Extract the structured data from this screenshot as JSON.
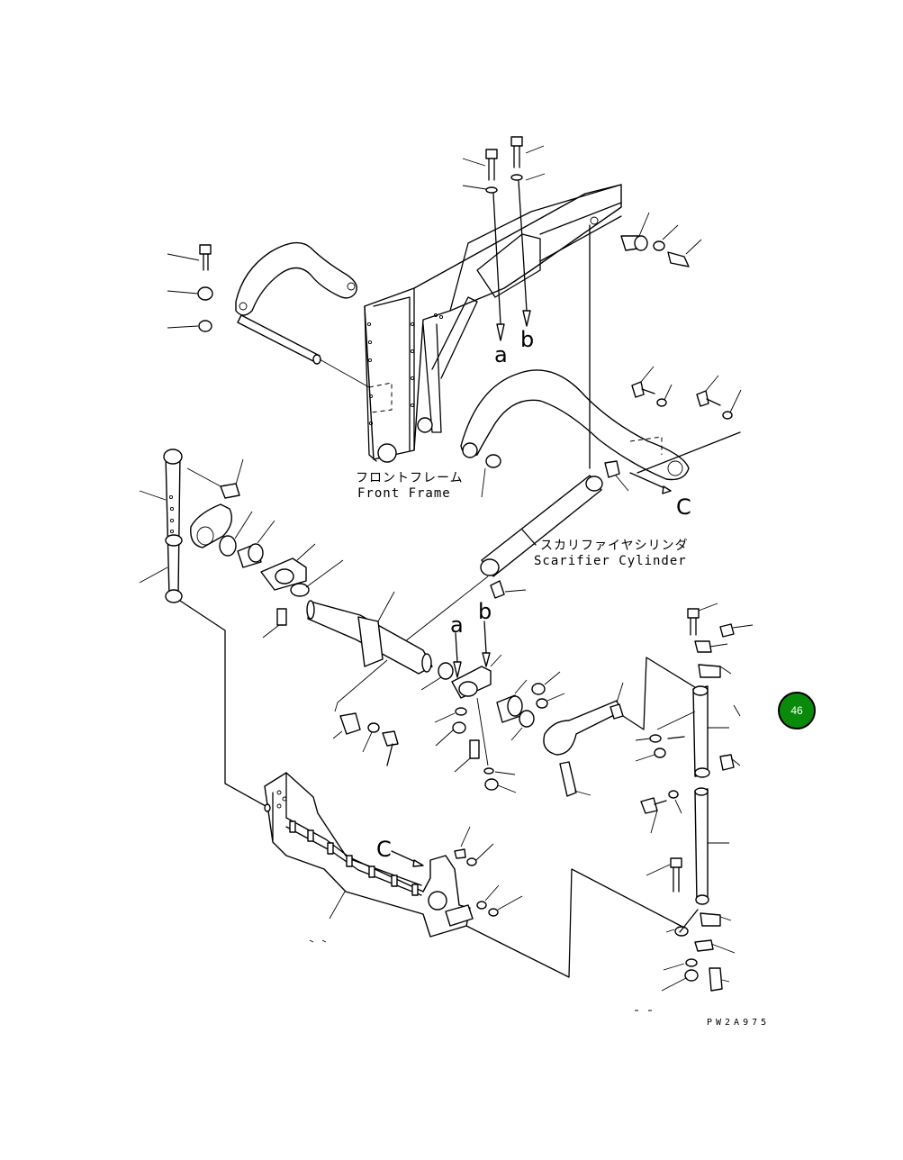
{
  "labels": {
    "front_frame_jp": "フロントフレーム",
    "front_frame_en": "Front Frame",
    "cylinder_jp": "スカリファイヤシリンダ",
    "cylinder_en": "Scarifier Cylinder",
    "ref_a_top": "a",
    "ref_b_top": "b",
    "ref_c_right": "C",
    "ref_a_mid": "a",
    "ref_b_mid": "b",
    "ref_c_lower": "C"
  },
  "drawing_code": "PW2A975",
  "page_badge": {
    "number": "46",
    "color": "#0a8a0a"
  }
}
